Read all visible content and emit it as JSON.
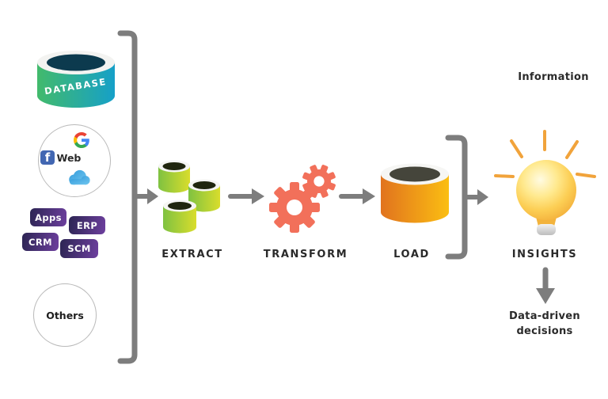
{
  "sources": {
    "database": {
      "label": "DATABASE"
    },
    "web": {
      "label": "Web",
      "facebook_glyph": "f",
      "icons": [
        "facebook-icon",
        "google-icon",
        "cloud-icon"
      ]
    },
    "badges": [
      {
        "label": "Apps"
      },
      {
        "label": "ERP"
      },
      {
        "label": "CRM"
      },
      {
        "label": "SCM"
      }
    ],
    "others": {
      "label": "Others"
    }
  },
  "stages": {
    "extract": {
      "label": "EXTRACT",
      "icon": "green-cylinders-icon"
    },
    "transform": {
      "label": "TRANSFORM",
      "icon": "gears-icon"
    },
    "load": {
      "label": "LOAD",
      "icon": "orange-cylinder-icon"
    },
    "insights": {
      "label": "INSIGHTS",
      "icon": "lightbulb-icon"
    }
  },
  "annotations": {
    "information": "Information",
    "decisions_line1": "Data-driven",
    "decisions_line2": "decisions"
  },
  "colors": {
    "arrow_gray": "#7d7d7d",
    "database_gradient": [
      "#42ba6c",
      "#16a0c8"
    ],
    "database_top": "#0c3a4e",
    "extract_gradient": [
      "#7fc241",
      "#d9dd2c"
    ],
    "transform_coral": "#f2705a",
    "load_gradient": [
      "#e1731e",
      "#fbbe12"
    ],
    "badge_gradient": [
      "#2c2553",
      "#6d3f9e"
    ],
    "bulb_yellow": "#fcce54",
    "ray_orange": "#f1a33b",
    "facebook_blue": "#4267b2",
    "google_colors": [
      "#4285f4",
      "#34a853",
      "#fbbc05",
      "#ea4335"
    ],
    "cloud_blue": [
      "#3aa0dd",
      "#70c6ef"
    ],
    "text_dark": "#2a2a2a"
  }
}
